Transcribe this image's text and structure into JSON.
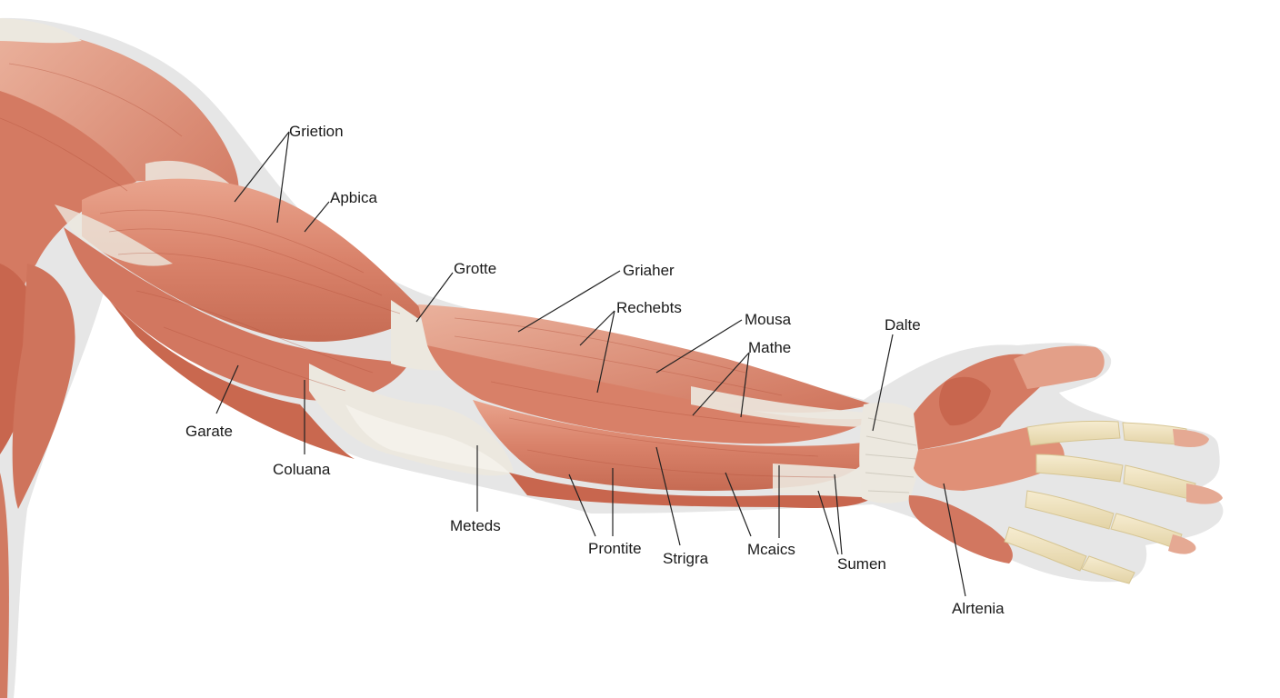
{
  "colors": {
    "muscle_base": "#d9826a",
    "muscle_light": "#eab19c",
    "muscle_dark": "#b5553f",
    "tendon": "#ece8df",
    "bone": "#efe2bd",
    "outline_halo": "#e4e4e4",
    "leader_line": "#222222",
    "label_text": "#1a1a1a"
  },
  "labels": [
    {
      "id": "grietion",
      "text": "Grietion"
    },
    {
      "id": "apbica",
      "text": "Apbica"
    },
    {
      "id": "grotte",
      "text": "Grotte"
    },
    {
      "id": "griaher",
      "text": "Griaher"
    },
    {
      "id": "rechebts",
      "text": "Rechebts"
    },
    {
      "id": "mousa",
      "text": "Mousa"
    },
    {
      "id": "mathe",
      "text": "Mathe"
    },
    {
      "id": "dalte",
      "text": "Dalte"
    },
    {
      "id": "garate",
      "text": "Garate"
    },
    {
      "id": "coluana",
      "text": "Coluana"
    },
    {
      "id": "meteds",
      "text": "Meteds"
    },
    {
      "id": "prontite",
      "text": "Prontite"
    },
    {
      "id": "strigra",
      "text": "Strigra"
    },
    {
      "id": "mcaics",
      "text": "Mcaics"
    },
    {
      "id": "sumen",
      "text": "Sumen"
    },
    {
      "id": "alrtenia",
      "text": "Alrtenia"
    }
  ]
}
